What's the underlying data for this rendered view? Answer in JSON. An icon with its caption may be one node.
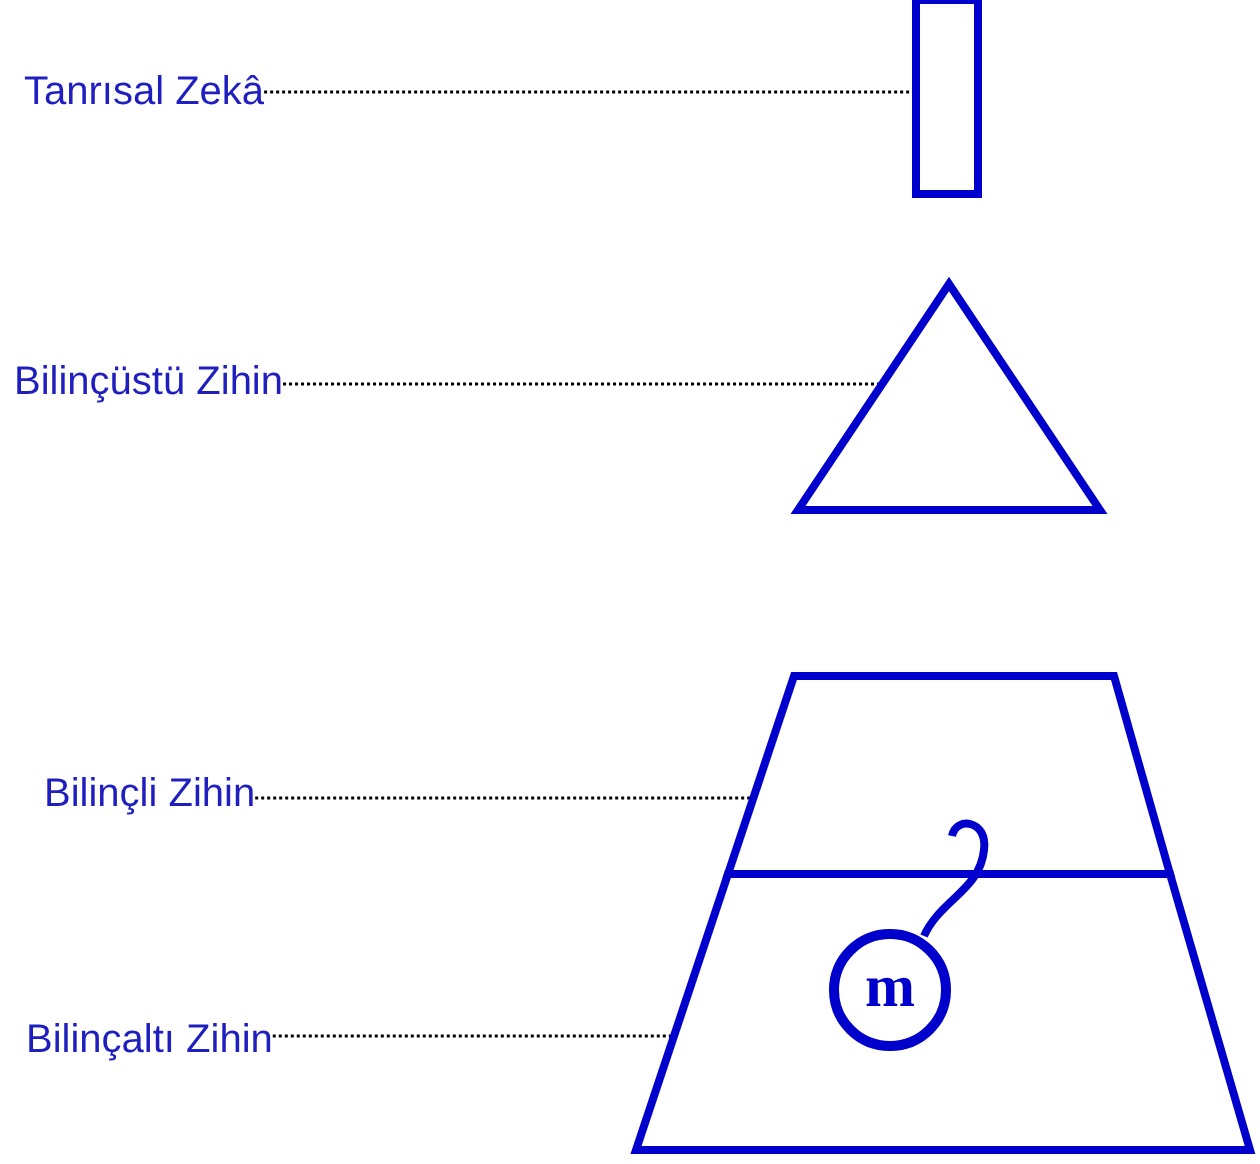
{
  "diagram": {
    "nodes": [
      {
        "text": [
          "Tanrısal Zekâ"
        ]
      },
      {
        "text": [],
        "shape": "box"
      },
      {
        "text": [
          "Bilinçüstü Zihin"
        ]
      },
      {
        "text": [],
        "shape": "triangle"
      },
      {
        "text": [
          "Bilinçli Zihin"
        ]
      },
      {
        "text": [],
        "shape": "trapezoid"
      },
      {
        "text": [
          "Bilinçaltı Zihin"
        ]
      },
      {
        "text": [],
        "shape": "trapezoid"
      },
      {
        "text": [
          "m"
        ],
        "in": 7
      }
    ],
    "edges": [
      {
        "from": 0,
        "to": 1,
        "arrow": "none",
        "style": "dashed"
      },
      {
        "from": 2,
        "to": 3,
        "arrow": "none",
        "style": "dashed"
      },
      {
        "from": 4,
        "to": 5,
        "arrow": "none",
        "style": "dashed"
      },
      {
        "from": 6,
        "to": 7,
        "arrow": "none",
        "style": "dashed"
      }
    ]
  }
}
